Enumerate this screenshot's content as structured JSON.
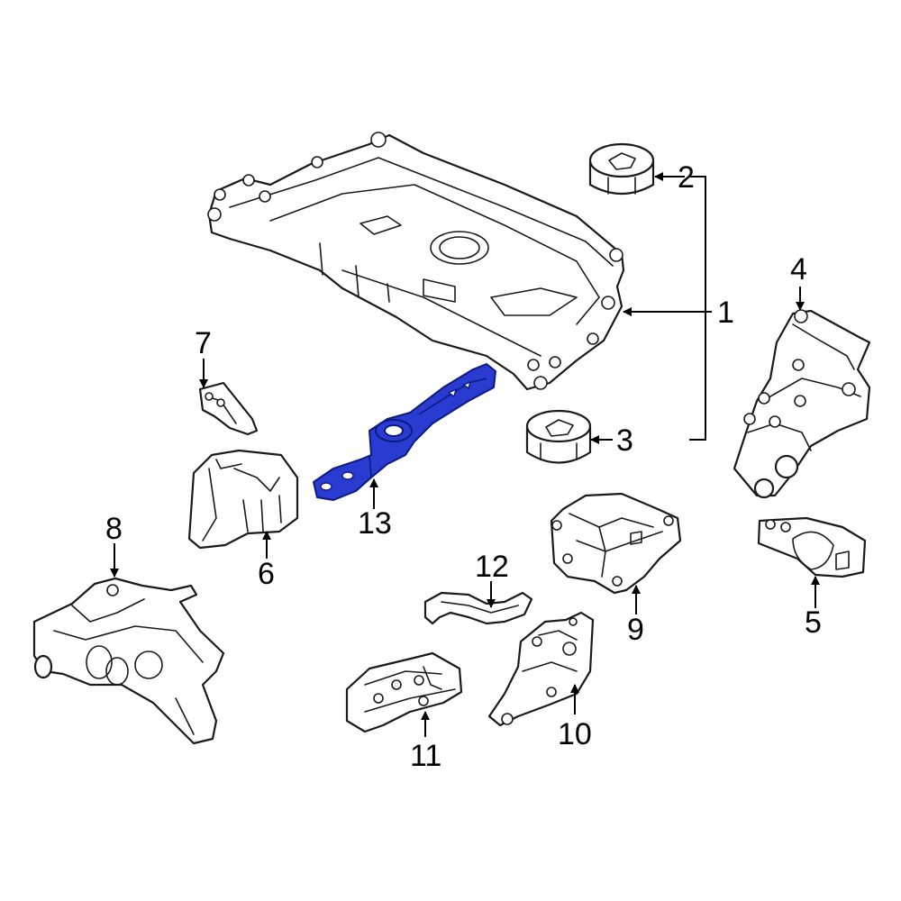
{
  "diagram": {
    "highlight_color": "#2a3bd1",
    "outline_color": "#1a1a1a",
    "background_color": "#ffffff",
    "callouts": [
      {
        "id": "1",
        "label": "1"
      },
      {
        "id": "2",
        "label": "2"
      },
      {
        "id": "3",
        "label": "3"
      },
      {
        "id": "4",
        "label": "4"
      },
      {
        "id": "5",
        "label": "5"
      },
      {
        "id": "6",
        "label": "6"
      },
      {
        "id": "7",
        "label": "7"
      },
      {
        "id": "8",
        "label": "8"
      },
      {
        "id": "9",
        "label": "9"
      },
      {
        "id": "10",
        "label": "10"
      },
      {
        "id": "11",
        "label": "11"
      },
      {
        "id": "12",
        "label": "12"
      },
      {
        "id": "13",
        "label": "13"
      }
    ],
    "highlighted_part": "13"
  }
}
